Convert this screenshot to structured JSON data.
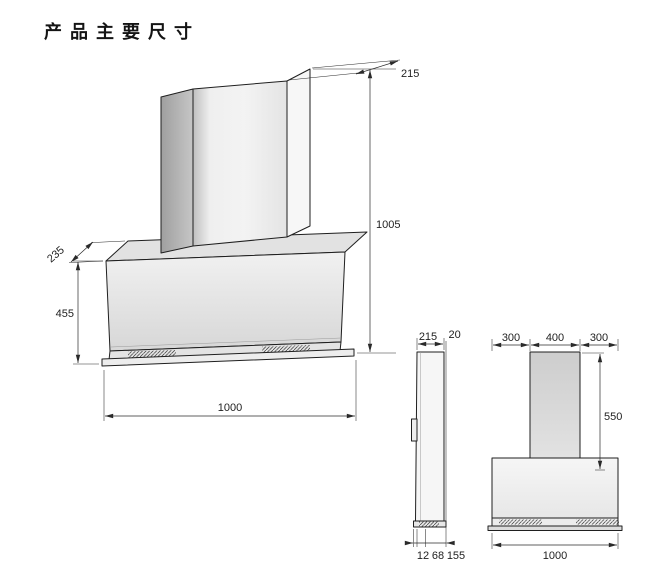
{
  "title": "产品主要尺寸",
  "drawing": {
    "perspective_view": {
      "chimney_top_depth": "215",
      "total_height": "1005",
      "canopy_top_depth": "235",
      "body_front_height": "455",
      "overall_width": "1000"
    },
    "side_view": {
      "top_depth": "215",
      "front_offset": "20",
      "bottom_lip": "12",
      "bottom_mid": "68",
      "bottom_rear": "155"
    },
    "front_view": {
      "left_section": "300",
      "chimney_width": "400",
      "right_section": "300",
      "chimney_height": "550",
      "overall_width": "1000"
    }
  }
}
